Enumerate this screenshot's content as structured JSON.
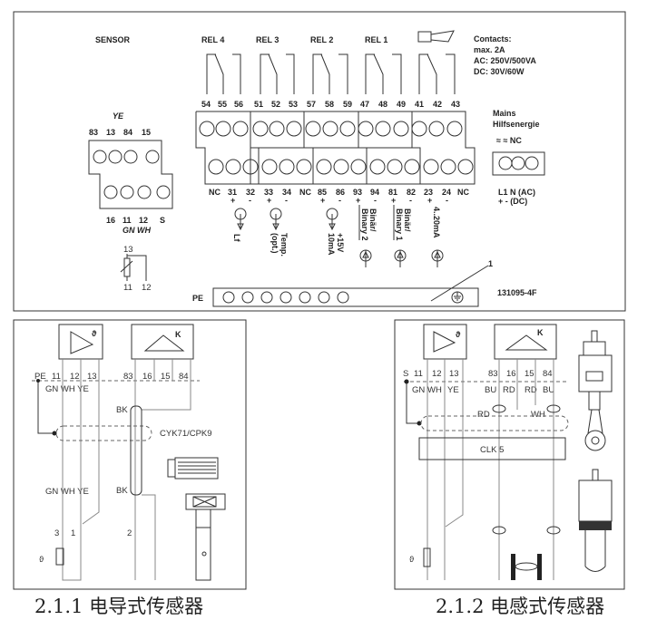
{
  "top_panel": {
    "sensor_title": "SENSOR",
    "relays": [
      "REL 4",
      "REL 3",
      "REL 2",
      "REL 1"
    ],
    "contacts": [
      "Contacts:",
      "max. 2A",
      "AC: 250V/500VA",
      "DC: 30V/60W"
    ],
    "relay_terminals": [
      "54",
      "55",
      "56",
      "51",
      "52",
      "53",
      "57",
      "58",
      "59",
      "47",
      "48",
      "49",
      "41",
      "42",
      "43"
    ],
    "bottom_terminals": [
      "NC",
      "31",
      "32",
      "33",
      "34",
      "NC",
      "85",
      "86",
      "93",
      "94",
      "81",
      "82",
      "23",
      "24",
      "NC"
    ],
    "polarity": [
      "+",
      "-",
      "+",
      "-",
      "+",
      "-",
      "+",
      "-",
      "+",
      "-",
      "+",
      "-"
    ],
    "signals": [
      "Lf",
      "Temp.",
      "(opt.)",
      "+15V",
      "10mA",
      "Binär/",
      "Binary 2",
      "Binär/",
      "Binary 1",
      "4..20mA"
    ],
    "mains": {
      "title": "Mains",
      "subtitle": "Hilfsenergie",
      "symbols": "≈  ≈  NC",
      "row1": "L1   N  (AC)",
      "row2": "+     -   (DC)"
    },
    "sensor_block": {
      "color_top": "YE",
      "top_terminals": [
        "83",
        "13",
        "84",
        "15"
      ],
      "bottom_terminals": [
        "16",
        "11",
        "12",
        "S"
      ],
      "colors_bottom": "GN WH",
      "rtd_labels": [
        "13",
        "11",
        "12"
      ]
    },
    "pe_label": "PE",
    "callout": "1",
    "drawing_number": "131095-4F"
  },
  "conductive": {
    "caption": "2.1.1 电导式传感器",
    "temp_symbol": "ϑ",
    "kappa_symbol": "K",
    "terminals": [
      "PE",
      "11",
      "12",
      "13",
      "83",
      "16",
      "15",
      "84"
    ],
    "colors_top": "GN WH YE",
    "colors_bottom": "GN WH YE",
    "bk": [
      "BK",
      "BK"
    ],
    "cable": "CYK71/CPK9",
    "pins": [
      "3",
      "1",
      "2"
    ]
  },
  "inductive": {
    "caption": "2.1.2 电感式传感器",
    "temp_symbol": "ϑ",
    "kappa_symbol": "K",
    "terminals": [
      "S",
      "11",
      "12",
      "13",
      "83",
      "16",
      "15",
      "84"
    ],
    "colors": [
      "GN",
      "WH",
      "YE",
      "BU",
      "RD",
      "RD",
      "BU"
    ],
    "wire_labels": [
      "RD",
      "WH"
    ],
    "module": "CLK 5"
  }
}
